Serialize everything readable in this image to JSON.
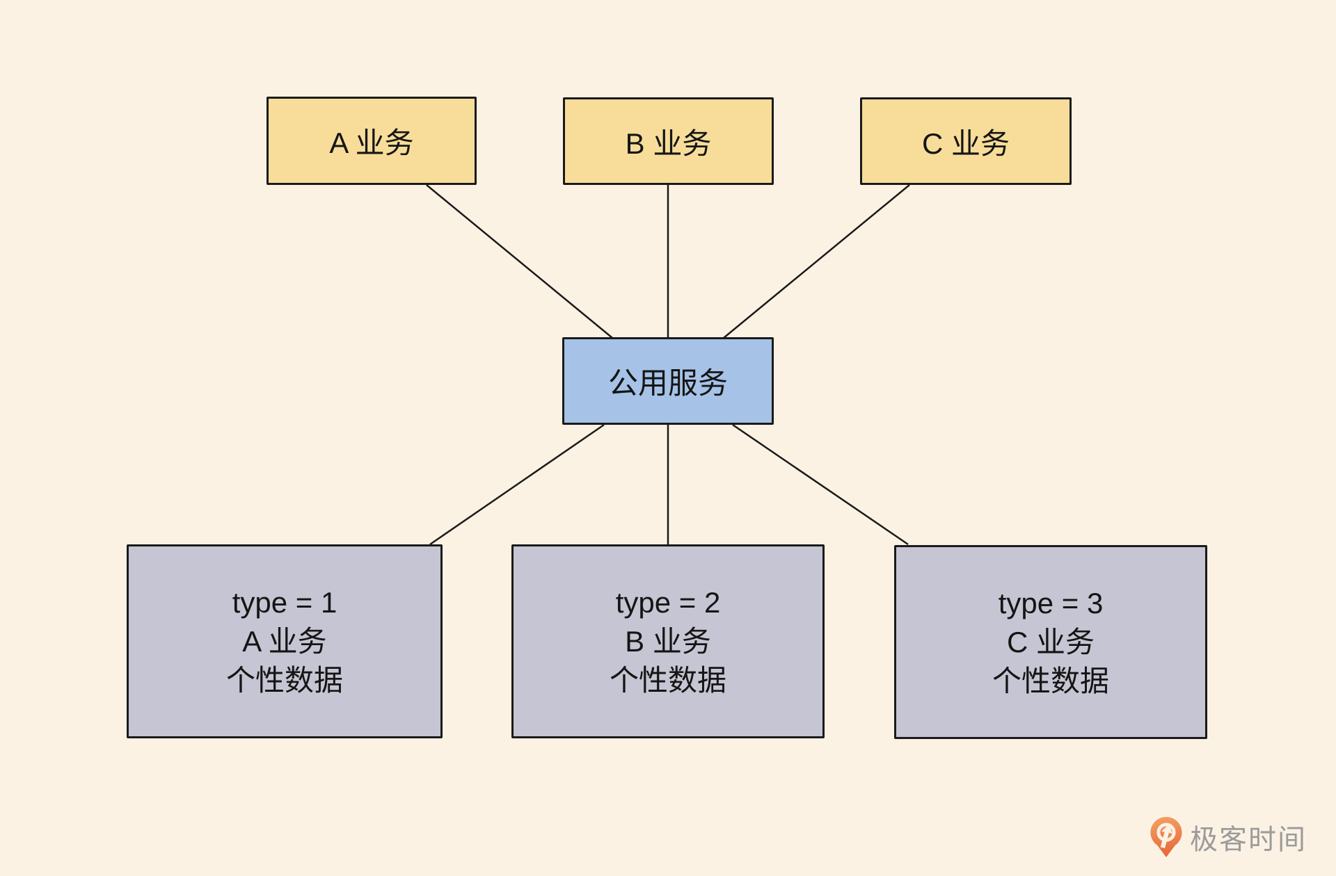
{
  "diagram": {
    "top_nodes": [
      {
        "id": "service-a",
        "label": "A 业务"
      },
      {
        "id": "service-b",
        "label": "B 业务"
      },
      {
        "id": "service-c",
        "label": "C 业务"
      }
    ],
    "center_node": {
      "id": "common-service",
      "label": "公用服务"
    },
    "bottom_nodes": [
      {
        "id": "data-type-1",
        "lines": [
          "type = 1",
          "A 业务",
          "个性数据"
        ]
      },
      {
        "id": "data-type-2",
        "lines": [
          "type = 2",
          "B 业务",
          "个性数据"
        ]
      },
      {
        "id": "data-type-3",
        "lines": [
          "type = 3",
          "C 业务",
          "个性数据"
        ]
      }
    ],
    "edges": [
      {
        "from": "service-a",
        "to": "common-service"
      },
      {
        "from": "service-b",
        "to": "common-service"
      },
      {
        "from": "service-c",
        "to": "common-service"
      },
      {
        "from": "common-service",
        "to": "data-type-1"
      },
      {
        "from": "common-service",
        "to": "data-type-2"
      },
      {
        "from": "common-service",
        "to": "data-type-3"
      }
    ],
    "colors": {
      "background": "#FCF2E4",
      "top_node_fill": "#F7DD99",
      "center_node_fill": "#A6C3E7",
      "bottom_node_fill": "#C6C5D3",
      "border": "#1A1A1A",
      "edge_line": "#1A1A1A",
      "text": "#151515"
    }
  },
  "watermark": {
    "text": "极客时间",
    "icon": "geektime-logo-icon",
    "text_color": "#9B9B9B",
    "icon_gradient_top": "#F4A263",
    "icon_gradient_bottom": "#E7693C"
  }
}
